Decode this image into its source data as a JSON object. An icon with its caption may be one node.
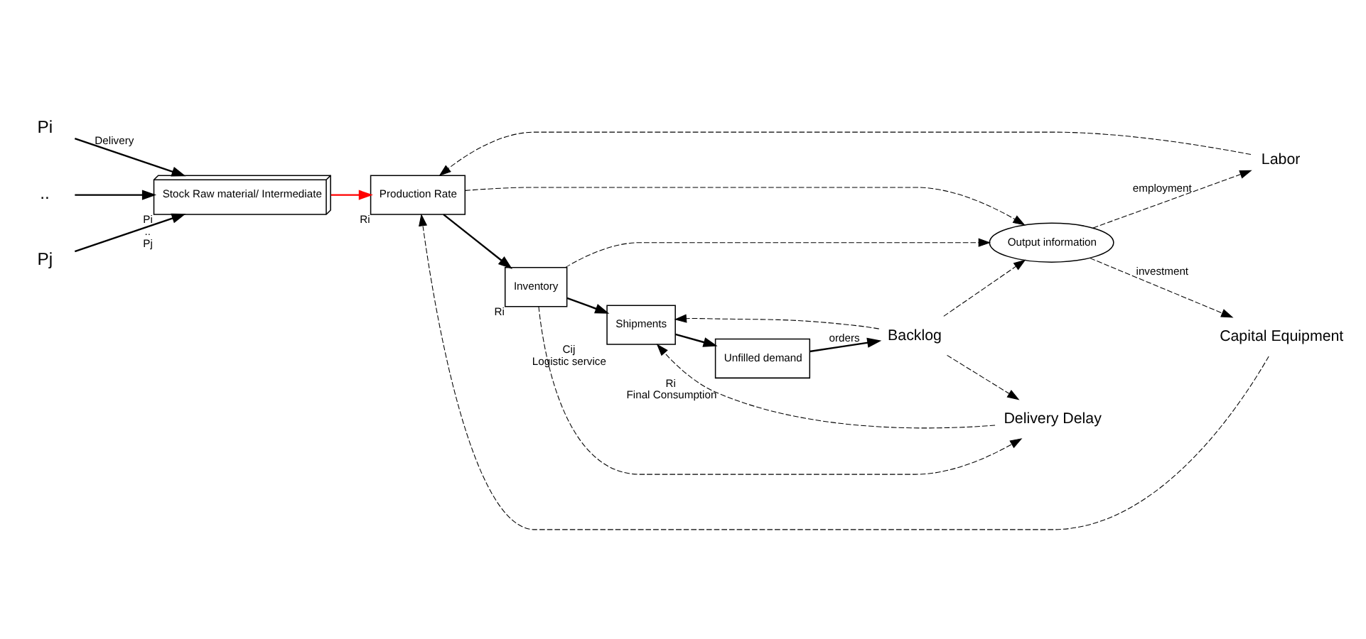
{
  "diagram": {
    "nodes": [
      {
        "text": [
          "Pi"
        ]
      },
      {
        "text": [
          ".."
        ]
      },
      {
        "text": [
          "Pj"
        ]
      },
      {
        "text": [
          "Stock Raw material/ Intermediate"
        ],
        "beside": [
          "Pi",
          "..",
          "Pj"
        ]
      },
      {
        "text": [
          "Production Rate"
        ],
        "beside": [
          "Ri"
        ]
      },
      {
        "text": [
          "Inventory"
        ],
        "beside": [
          "Ri"
        ]
      },
      {
        "text": [
          "Shipments"
        ],
        "beside": [
          "Cij",
          "Logistic service"
        ]
      },
      {
        "text": [
          "Unfilled demand"
        ],
        "beside": [
          "Ri",
          "Final Consumption"
        ]
      },
      {
        "text": [
          "Labor"
        ]
      },
      {
        "text": [
          "Capital Equipment"
        ]
      },
      {
        "text": [
          "Output information"
        ]
      },
      {
        "text": [
          "Backlog"
        ]
      },
      {
        "text": [
          "Delivery Delay"
        ]
      }
    ],
    "edges": [
      {
        "from": 0,
        "to": 3,
        "arrow": "to",
        "label": "Delivery"
      },
      {
        "from": 1,
        "to": 3,
        "arrow": "to"
      },
      {
        "from": 2,
        "to": 3,
        "arrow": "to"
      },
      {
        "from": 3,
        "to": 4,
        "arrow": "to",
        "color": "#ff0000"
      },
      {
        "from": 4,
        "to": 5,
        "arrow": "to"
      },
      {
        "from": 5,
        "to": 6,
        "arrow": "to"
      },
      {
        "from": 6,
        "to": 7,
        "arrow": "to"
      },
      {
        "from": 8,
        "to": 4,
        "arrow": "to",
        "style": "dashed"
      },
      {
        "from": 9,
        "to": 4,
        "arrow": "to",
        "style": "dashed"
      },
      {
        "from": 4,
        "to": 10,
        "arrow": "to",
        "style": "dashed"
      },
      {
        "from": 5,
        "to": 10,
        "arrow": "to",
        "style": "dashed"
      },
      {
        "from": 5,
        "to": 12,
        "arrow": "to",
        "style": "dashed"
      },
      {
        "from": 12,
        "to": 6,
        "arrow": "to",
        "style": "dashed"
      },
      {
        "from": 11,
        "to": 6,
        "arrow": "to",
        "style": "dashed"
      },
      {
        "from": 7,
        "to": 11,
        "arrow": "to",
        "label": "orders"
      },
      {
        "from": 11,
        "to": 12,
        "arrow": "to",
        "style": "dashed"
      },
      {
        "from": 11,
        "to": 10,
        "arrow": "to",
        "style": "dashed"
      },
      {
        "from": 10,
        "to": 8,
        "arrow": "to",
        "label": "employment",
        "style": "dashed"
      },
      {
        "from": 10,
        "to": 9,
        "arrow": "to",
        "label": "investment",
        "style": "dashed"
      }
    ]
  }
}
